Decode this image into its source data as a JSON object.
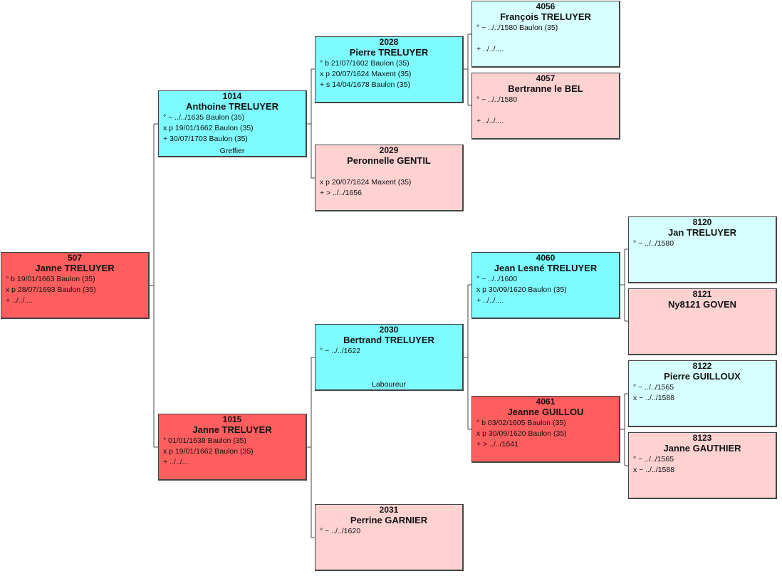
{
  "persons": {
    "p507": {
      "num": "507",
      "name": "Janne TRELUYER",
      "lines": [
        "° b 19/01/1663 Baulon (35)",
        "x p 28/07/1693 Baulon (35)",
        "+ ../../...."
      ],
      "occupation": ""
    },
    "p1014": {
      "num": "1014",
      "name": "Anthoine TRELUYER",
      "lines": [
        "° ~ ../../1635 Baulon (35)",
        "x p 19/01/1662 Baulon (35)",
        "+ 30/07/1703 Baulon (35)"
      ],
      "occupation": "Greffier"
    },
    "p1015": {
      "num": "1015",
      "name": "Janne TRELUYER",
      "lines": [
        "° 01/01/1638 Baulon (35)",
        "x p 19/01/1662 Baulon (35)",
        "+ ../../...."
      ],
      "occupation": ""
    },
    "p2028": {
      "num": "2028",
      "name": "Pierre TRELUYER",
      "lines": [
        "° b 21/07/1602 Baulon (35)",
        "x p 20/07/1624 Maxent (35)",
        "+ s 14/04/1678 Baulon (35)"
      ],
      "occupation": ""
    },
    "p2029": {
      "num": "2029",
      "name": "Peronnelle GENTIL",
      "lines": [
        "",
        "x p 20/07/1624 Maxent (35)",
        "+ > ../../1656"
      ],
      "occupation": ""
    },
    "p2030": {
      "num": "2030",
      "name": "Bertrand TRELUYER",
      "lines": [
        "° ~ ../../1622",
        "",
        ""
      ],
      "occupation": "Laboureur"
    },
    "p2031": {
      "num": "2031",
      "name": "Perrine GARNIER",
      "lines": [
        "° ~ ../../1620",
        "",
        ""
      ],
      "occupation": ""
    },
    "p4056": {
      "num": "4056",
      "name": "François TRELUYER",
      "lines": [
        "° ~ ../../1580 Baulon (35)",
        "",
        "+ ../../...."
      ],
      "occupation": ""
    },
    "p4057": {
      "num": "4057",
      "name": "Bertranne le BEL",
      "lines": [
        "° ~ ../../1580",
        "",
        "+ ../../...."
      ],
      "occupation": ""
    },
    "p4060": {
      "num": "4060",
      "name": "Jean Lesné TRELUYER",
      "lines": [
        "° ~ ../../1600",
        "x p 30/09/1620 Baulon (35)",
        "+ ../../...."
      ],
      "occupation": ""
    },
    "p4061": {
      "num": "4061",
      "name": "Jeanne GUILLOU",
      "lines": [
        "° b 03/02/1605 Baulon (35)",
        "x p 30/09/1620 Baulon (35)",
        "+ > ../../1641"
      ],
      "occupation": ""
    },
    "p8120": {
      "num": "8120",
      "name": "Jan TRELUYER",
      "lines": [
        "° ~ ../../1580",
        "",
        ""
      ],
      "occupation": ""
    },
    "p8121": {
      "num": "8121",
      "name": "Ny8121 GOVEN",
      "lines": [
        "",
        "",
        ""
      ],
      "occupation": ""
    },
    "p8122": {
      "num": "8122",
      "name": "Pierre GUILLOUX",
      "lines": [
        "° ~ ../../1565",
        "x ~ ../../1588",
        ""
      ],
      "occupation": ""
    },
    "p8123": {
      "num": "8123",
      "name": "Janne GAUTHIER",
      "lines": [
        "° ~ ../../1565",
        "x ~ ../../1588",
        ""
      ],
      "occupation": ""
    }
  },
  "colors": {
    "male_known": "#7dfbff",
    "male_light": "#d6ffff",
    "female_known": "#ff5e5e",
    "female_light": "#ffd2d2",
    "connector": "#444444"
  }
}
